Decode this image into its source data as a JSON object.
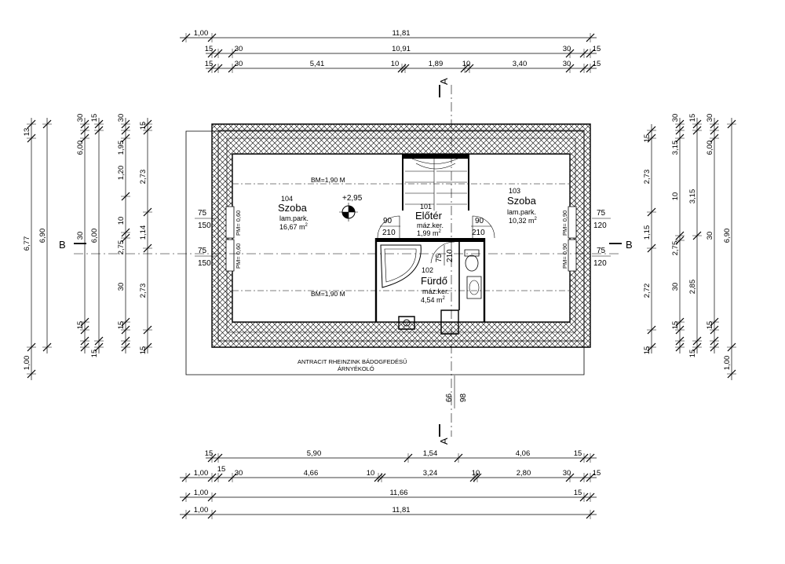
{
  "dimensions": {
    "top": [
      [
        "1,00",
        "11,81"
      ],
      [
        "15",
        "30",
        "10,91",
        "30",
        "15"
      ],
      [
        "15",
        "30",
        "5,41",
        "10",
        "1,89",
        "10",
        "3,40",
        "30",
        "15"
      ]
    ],
    "bottom": [
      [
        "15",
        "5,90",
        "1,54",
        "4,06",
        "15"
      ],
      [
        "15"
      ],
      [
        "1,00",
        "30",
        "4,66",
        "10",
        "3,24",
        "10",
        "2,80",
        "30",
        "15"
      ],
      [
        "1,00",
        "11,66",
        "15"
      ],
      [
        "1,00",
        "11,81"
      ]
    ],
    "left": [
      [
        "13",
        "6,77",
        "1,00"
      ],
      [
        "6,90"
      ],
      [
        "30",
        "6,00",
        "30",
        "15"
      ],
      [
        "15",
        "6,00",
        "15"
      ],
      [
        "30",
        "1,95",
        "1,20",
        "10",
        "2,75",
        "30",
        "15"
      ],
      [
        "15",
        "2,73",
        "1,14",
        "2,73",
        "15"
      ]
    ],
    "right": [
      [
        "15",
        "2,73",
        "1,15",
        "2,72",
        "15"
      ],
      [
        "30",
        "3,15",
        "10",
        "2,75",
        "30",
        "15"
      ],
      [
        "15",
        "3,15",
        "2,85",
        "15"
      ],
      [
        "30",
        "6,00",
        "30",
        "15"
      ],
      [
        "6,90",
        "1,00"
      ]
    ]
  },
  "section_marks": {
    "a": "A",
    "b": "B"
  },
  "rooms": [
    {
      "number": "104",
      "name": "Szoba",
      "floor": "lam.park.",
      "area": "16,67 m",
      "sup": "2"
    },
    {
      "number": "101",
      "name": "Előtér",
      "floor": "máz.ker.",
      "area": "1,99 m",
      "sup": "2"
    },
    {
      "number": "103",
      "name": "Szoba",
      "floor": "lam.park.",
      "area": "10,32 m",
      "sup": "2"
    },
    {
      "number": "102",
      "name": "Fürdő",
      "floor": "máz.ker.",
      "area": "4,54 m",
      "sup": "2"
    }
  ],
  "level_mark": "+2,95",
  "bm_top": "BM=1,90 M",
  "bm_bottom": "BM=1,90 M",
  "door_tags": {
    "d104_w": "75",
    "d104_h": "150",
    "d104b_w": "75",
    "d104b_h": "150",
    "d101_w": "90",
    "d101_h": "210",
    "d103_w": "90",
    "d103_h": "210",
    "d102_w": "75",
    "d102_h": "210",
    "d103r_w": "75",
    "d103r_h": "120",
    "d103rb_w": "75",
    "d103rb_h": "120"
  },
  "window_tags": {
    "pm_l1": "PM= 0,60",
    "pm_l2": "PM= 0,60",
    "pm_r1": "PM= 0,90",
    "pm_r2": "PM= 0,90"
  },
  "chimney": {
    "a": "66",
    "b": "98"
  },
  "roof_note": [
    "ANTRACIT RHEINZINK BÁDOGFEDÉSŰ",
    "ÁRNYÉKOLÓ"
  ]
}
